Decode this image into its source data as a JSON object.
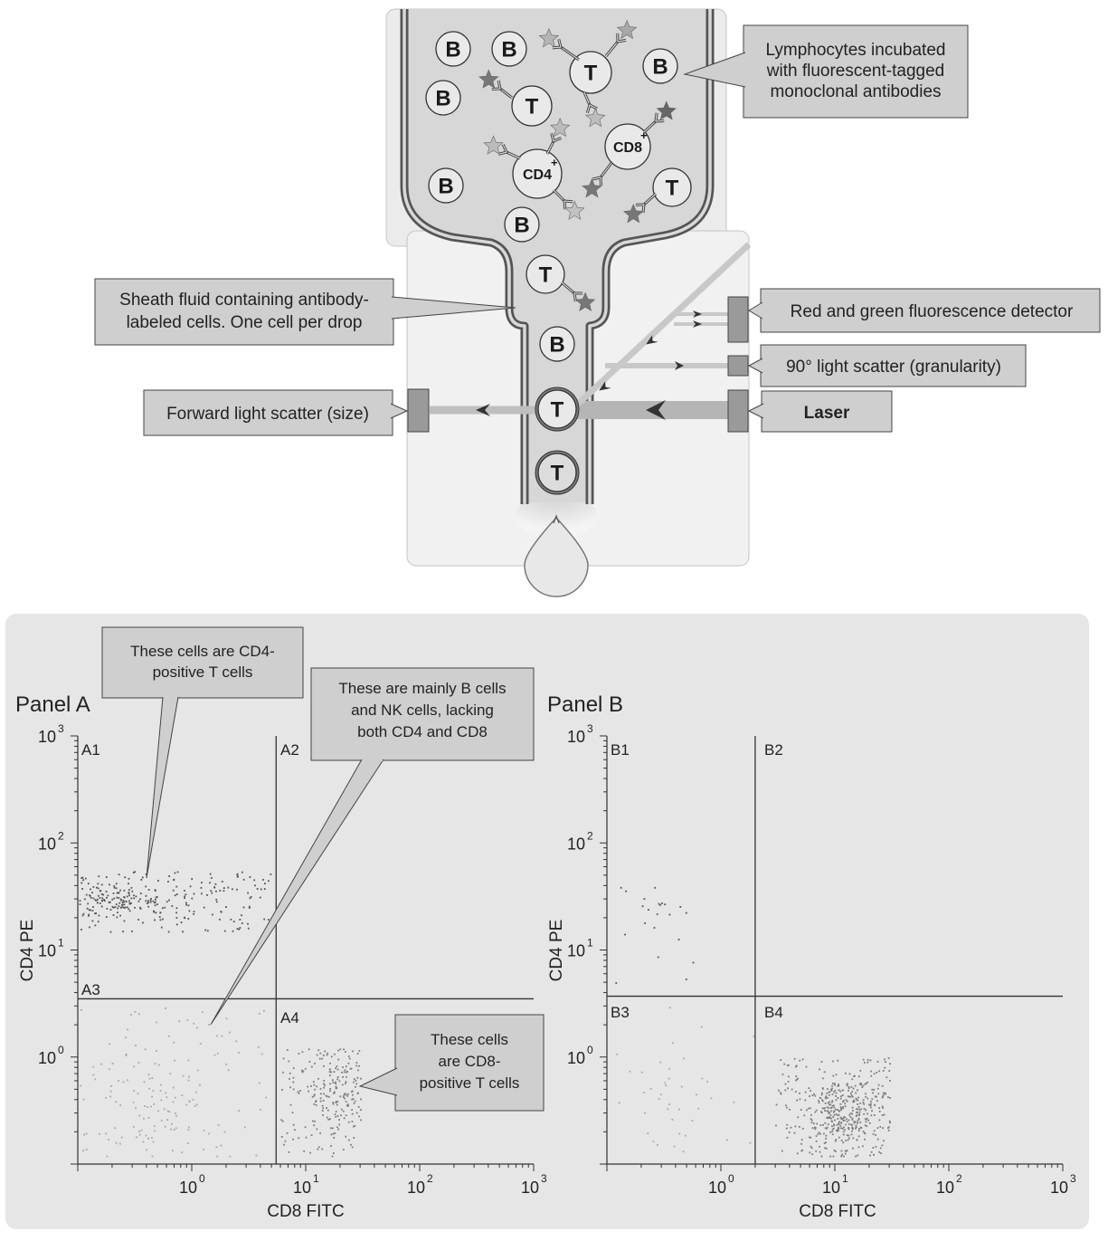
{
  "diagram": {
    "callouts": {
      "lymphocytes": [
        "Lymphocytes incubated",
        "with fluorescent-tagged",
        "monoclonal antibodies"
      ],
      "sheath": [
        "Sheath fluid containing antibody-",
        "labeled cells. One cell per drop"
      ],
      "fluorescence_detector": "Red and green fluorescence detector",
      "side_scatter": "90° light scatter (granularity)",
      "forward_scatter": "Forward light scatter (size)",
      "laser": "Laser"
    },
    "cell_labels": {
      "b": "B",
      "t": "T",
      "cd4": "CD4",
      "cd8": "CD8",
      "plus": "+"
    }
  },
  "plots": {
    "callouts": {
      "cd4_cells": [
        "These cells are CD4-",
        "positive T cells"
      ],
      "b_nk_cells": [
        "These are mainly B cells",
        "and NK cells, lacking",
        "both CD4 and CD8"
      ],
      "cd8_cells": [
        "These cells",
        "are CD8-",
        "positive T cells"
      ]
    },
    "panel_a": {
      "title": "Panel A",
      "quadrants": [
        "A1",
        "A2",
        "A3",
        "A4"
      ],
      "xlabel": "CD8 FITC",
      "ylabel": "CD4 PE"
    },
    "panel_b": {
      "title": "Panel B",
      "quadrants": [
        "B1",
        "B2",
        "B3",
        "B4"
      ],
      "xlabel": "CD8 FITC",
      "ylabel": "CD4 PE"
    },
    "x_tick_labels": [
      "10",
      "10",
      "10",
      "10"
    ],
    "x_tick_exps": [
      "0",
      "1",
      "2",
      "3"
    ],
    "y_tick_labels": [
      "10",
      "10",
      "10",
      "10"
    ],
    "y_tick_exps": [
      "0",
      "1",
      "2",
      "3"
    ]
  },
  "chart_data": [
    {
      "type": "scatter",
      "title": "Panel A",
      "xlabel": "CD8 FITC",
      "ylabel": "CD4 PE",
      "x_scale": "log",
      "y_scale": "log",
      "xlim": [
        0.1,
        1000
      ],
      "ylim": [
        0.1,
        1000
      ],
      "gates": {
        "x": 5.5,
        "y": 3.5
      },
      "quadrants": [
        "A1",
        "A2",
        "A3",
        "A4"
      ],
      "populations": [
        {
          "name": "A1",
          "x_range": [
            0.1,
            5
          ],
          "y_range": [
            15,
            55
          ],
          "center": [
            0.2,
            30
          ],
          "approx_count": 320
        },
        {
          "name": "A4",
          "x_range": [
            6,
            30
          ],
          "y_range": [
            0.12,
            1.2
          ],
          "center": [
            18,
            0.5
          ],
          "approx_count": 230
        },
        {
          "name": "A3",
          "x_range": [
            0.1,
            5
          ],
          "y_range": [
            0.12,
            3
          ],
          "center": [
            0.5,
            0.3
          ],
          "approx_count": 160
        }
      ]
    },
    {
      "type": "scatter",
      "title": "Panel B",
      "xlabel": "CD8 FITC",
      "ylabel": "CD4 PE",
      "x_scale": "log",
      "y_scale": "log",
      "xlim": [
        0.1,
        1000
      ],
      "ylim": [
        0.1,
        1000
      ],
      "gates": {
        "x": 2,
        "y": 3.7
      },
      "quadrants": [
        "B1",
        "B2",
        "B3",
        "B4"
      ],
      "populations": [
        {
          "name": "B1",
          "x_range": [
            0.1,
            0.6
          ],
          "y_range": [
            5,
            40
          ],
          "center": [
            0.25,
            25
          ],
          "approx_count": 22
        },
        {
          "name": "B4",
          "x_range": [
            3,
            30
          ],
          "y_range": [
            0.12,
            1.0
          ],
          "center": [
            12,
            0.3
          ],
          "approx_count": 480
        },
        {
          "name": "B3",
          "x_range": [
            0.1,
            2
          ],
          "y_range": [
            0.12,
            3
          ],
          "center": [
            0.4,
            0.3
          ],
          "approx_count": 40
        }
      ]
    }
  ]
}
